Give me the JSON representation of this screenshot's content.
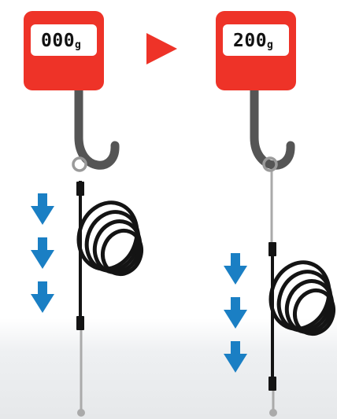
{
  "colors": {
    "scale_body": "#ee3328",
    "display_bg": "#ffffff",
    "hook": "#555555",
    "ring": "#9a9a9a",
    "thin_wire": "#aaaaaa",
    "cable": "#141414",
    "arrow": "#1a7fc4",
    "transition_arrow": "#ee3328"
  },
  "icons": {
    "transition": "right-triangle-arrow",
    "force": "down-arrow"
  },
  "scales": [
    {
      "id": "before",
      "reading_value": "000",
      "reading_unit": "g",
      "arrow_count": 3
    },
    {
      "id": "after",
      "reading_value": "200",
      "reading_unit": "g",
      "arrow_count": 3
    }
  ]
}
